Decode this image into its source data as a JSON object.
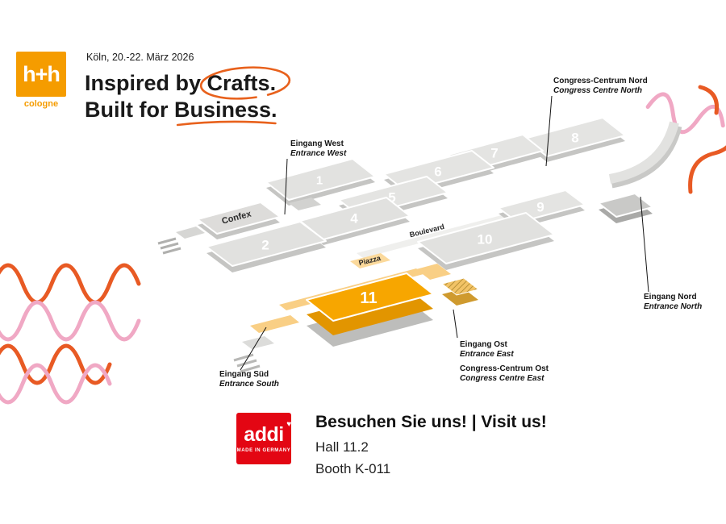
{
  "header": {
    "date": "Köln, 20.-22. März 2026",
    "logo": {
      "text": "h+h",
      "city": "cologne"
    },
    "headline": {
      "line1_prefix": "Inspired by ",
      "line1_highlight": "Crafts.",
      "line2_prefix": "Built for ",
      "line2_highlight": "Business."
    }
  },
  "map": {
    "halls": {
      "h1": "1",
      "h2": "2",
      "h4": "4",
      "h5": "5",
      "h6": "6",
      "h7": "7",
      "h8": "8",
      "h9": "9",
      "h10": "10",
      "h11": "11"
    },
    "areas": {
      "confex": "Confex",
      "boulevard": "Boulevard",
      "piazza": "Piazza"
    },
    "labels": {
      "entrance_west": {
        "de": "Eingang West",
        "en": "Entrance West"
      },
      "congress_north": {
        "de": "Congress-Centrum Nord",
        "en": "Congress Centre North"
      },
      "entrance_north": {
        "de": "Eingang Nord",
        "en": "Entrance North"
      },
      "entrance_east": {
        "de": "Eingang Ost",
        "en": "Entrance East"
      },
      "congress_east": {
        "de": "Congress-Centrum Ost",
        "en": "Congress Centre East"
      },
      "entrance_south": {
        "de": "Eingang Süd",
        "en": "Entrance South"
      }
    }
  },
  "footer": {
    "brand": {
      "name": "addi",
      "tagline": "MADE IN GERMANY"
    },
    "visit_text": "Besuchen Sie uns! | Visit us!",
    "hall_text": "Hall 11.2",
    "booth_text": "Booth K-011"
  },
  "colors": {
    "accent_orange": "#e8611c",
    "brand_orange": "#f59c00",
    "hall_highlight": "#f7a600",
    "hall_gray": "#e4e4e2",
    "addi_red": "#e30613",
    "decor_orange": "#e85a24",
    "decor_pink": "#f0a8c4"
  }
}
